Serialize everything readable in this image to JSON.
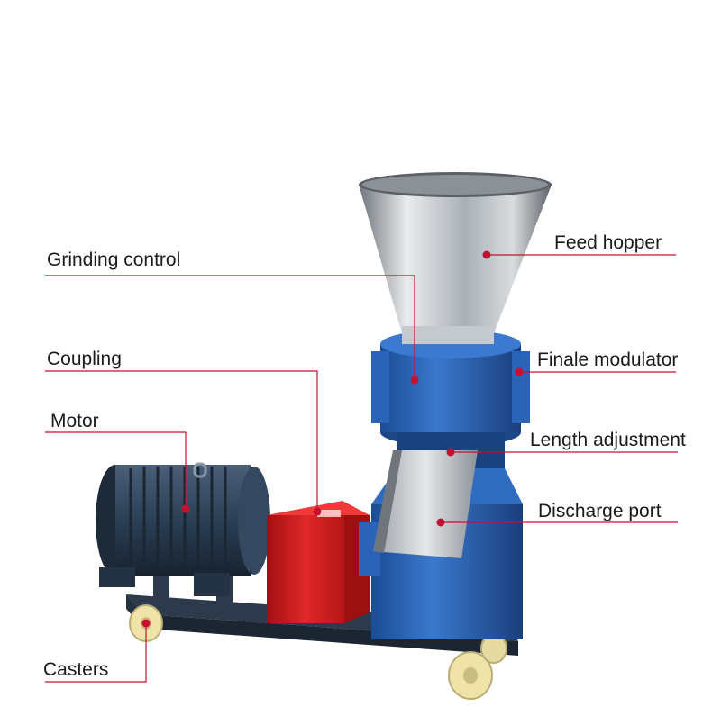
{
  "labels": {
    "grinding_control": "Grinding control",
    "coupling": "Coupling",
    "motor": "Motor",
    "casters": "Casters",
    "feed_hopper": "Feed hopper",
    "finale_modulator": "Finale modulator",
    "length_adjustment": "Length adjustment",
    "discharge_port": "Discharge port"
  },
  "colors": {
    "leader_line": "#c8102e",
    "machine_body": "#2a63b8",
    "coupling_housing": "#d42020",
    "motor": "#2b3f55",
    "hopper": "#b9bec3",
    "frame": "#2c3a4c",
    "caster_wheel": "#efe3a8"
  }
}
